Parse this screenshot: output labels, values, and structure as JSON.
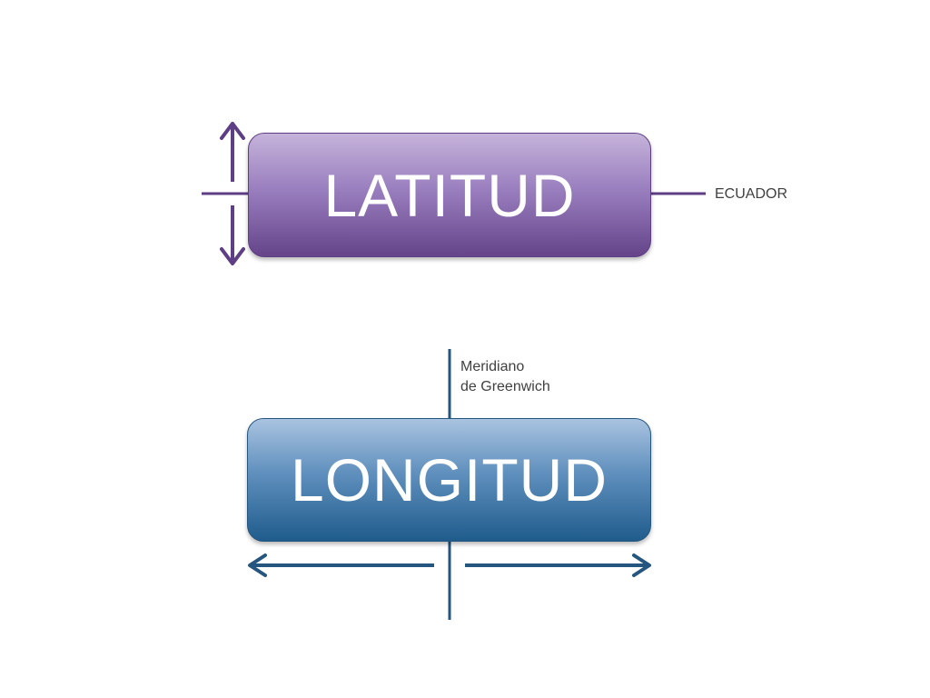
{
  "diagram": {
    "latitud": {
      "title": "LATITUD",
      "line_label": "ECUADOR",
      "color": "#5e3f85"
    },
    "longitud": {
      "title": "LONGITUD",
      "line_label_line1": "Meridiano",
      "line_label_line2": "de Greenwich",
      "color": "#24567f"
    }
  }
}
